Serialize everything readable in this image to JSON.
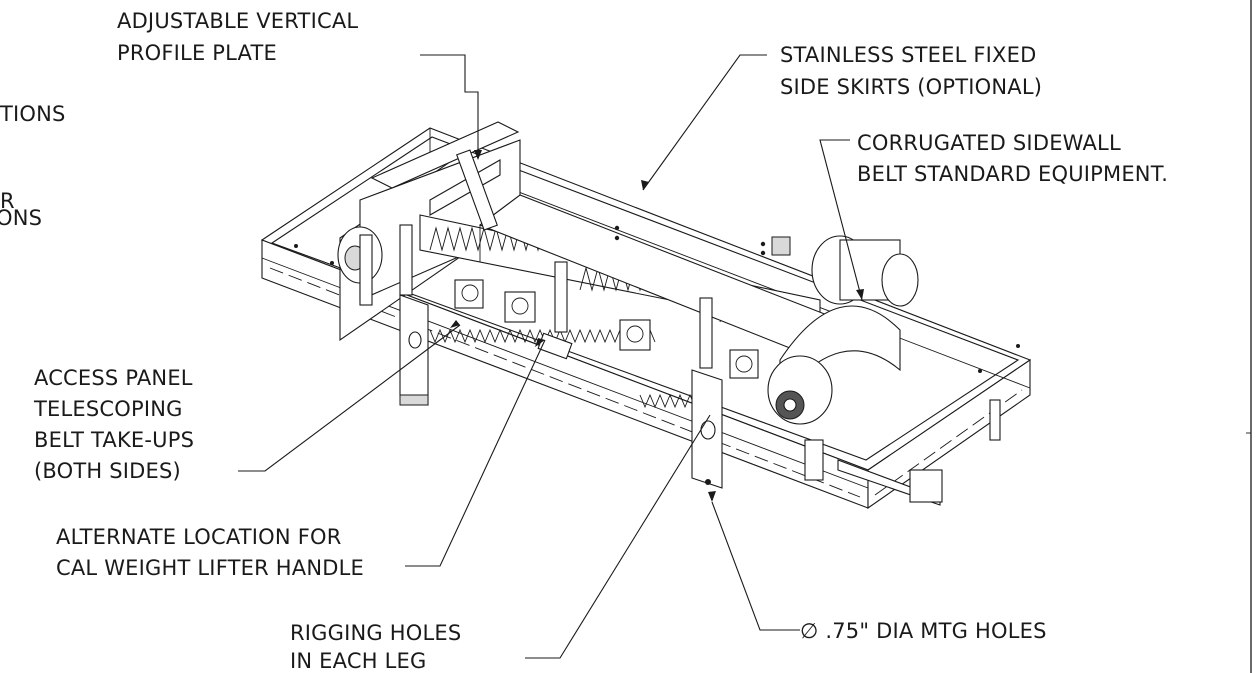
{
  "labels": {
    "profile_plate": [
      "ADJUSTABLE VERTICAL",
      "PROFILE PLATE"
    ],
    "left_partial_1": "TIONS",
    "left_partial_2": [
      "R",
      "ONS"
    ],
    "side_skirts": [
      "STAINLESS STEEL FIXED",
      "SIDE SKIRTS (OPTIONAL)"
    ],
    "sidewall_belt": [
      "CORRUGATED SIDEWALL",
      "BELT STANDARD EQUIPMENT."
    ],
    "access_panel": [
      "ACCESS PANEL",
      "TELESCOPING",
      "BELT TAKE-UPS",
      "(BOTH SIDES)"
    ],
    "alternate_location": [
      "ALTERNATE LOCATION FOR",
      "CAL WEIGHT LIFTER HANDLE"
    ],
    "rigging_holes": [
      "RIGGING HOLES",
      "IN EACH LEG"
    ],
    "mtg_holes": "∅ .75\" DIA MTG HOLES"
  }
}
